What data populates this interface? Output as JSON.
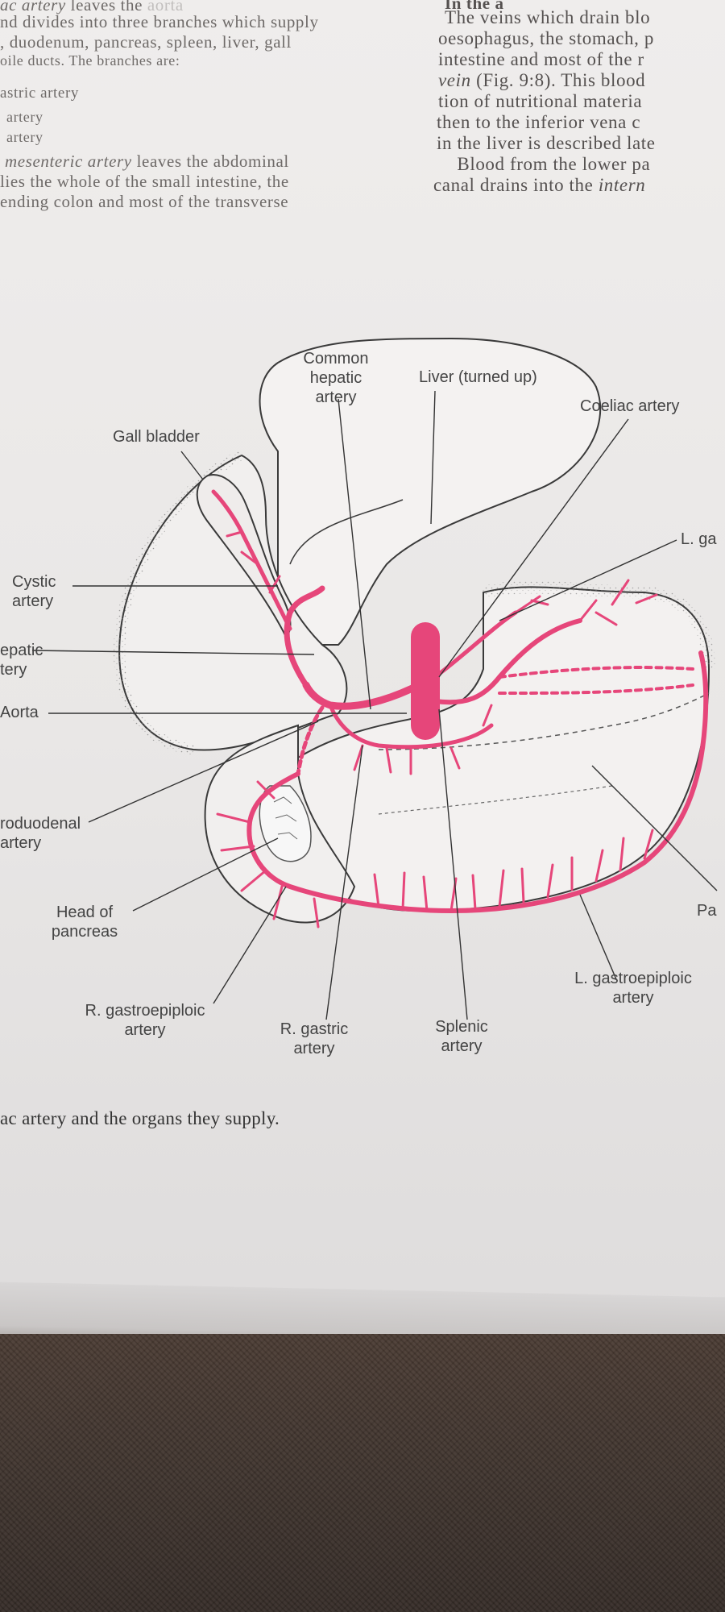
{
  "left_column": {
    "lines": [
      {
        "parts": [
          {
            "text": "ac artery",
            "italic": true
          },
          {
            "text": " leaves the ",
            "italic": false
          },
          {
            "text": "aorta",
            "italic": false
          }
        ]
      },
      {
        "parts": [
          {
            "text": "nd divides into three branches which supply",
            "italic": false
          }
        ]
      },
      {
        "parts": [
          {
            "text": ", duodenum, pancreas, spleen, liver, gall",
            "italic": false
          }
        ]
      },
      {
        "parts": [
          {
            "text": "oile ducts. The branches are:",
            "italic": false
          }
        ]
      },
      {
        "parts": [
          {
            "text": "astric artery",
            "italic": false
          }
        ]
      },
      {
        "parts": [
          {
            "text": "artery",
            "italic": false
          }
        ]
      },
      {
        "parts": [
          {
            "text": "artery",
            "italic": false
          }
        ]
      },
      {
        "parts": [
          {
            "text": " ",
            "italic": false
          }
        ]
      },
      {
        "parts": [
          {
            "text": "mesenteric artery",
            "italic": true
          },
          {
            "text": " leaves the abdominal",
            "italic": false
          }
        ]
      },
      {
        "parts": [
          {
            "text": "lies the whole of the small intestine, the",
            "italic": false
          }
        ]
      },
      {
        "parts": [
          {
            "text": "ending colon and most of the transverse",
            "italic": false
          }
        ]
      }
    ]
  },
  "right_column": {
    "lines": [
      {
        "parts": [
          {
            "text": "In the a",
            "italic": false,
            "bold": true
          }
        ]
      },
      {
        "parts": [
          {
            "text": "The veins which drain blo",
            "italic": false
          }
        ]
      },
      {
        "parts": [
          {
            "text": "oesophagus, the stomach, p",
            "italic": false
          }
        ]
      },
      {
        "parts": [
          {
            "text": "intestine and most of the r",
            "italic": false
          }
        ]
      },
      {
        "parts": [
          {
            "text": "vein",
            "italic": true
          },
          {
            "text": " (Fig. 9:8). This blood",
            "italic": false
          }
        ]
      },
      {
        "parts": [
          {
            "text": "tion of nutritional materia",
            "italic": false
          }
        ]
      },
      {
        "parts": [
          {
            "text": "then to the inferior vena c",
            "italic": false
          }
        ]
      },
      {
        "parts": [
          {
            "text": "in the liver is described late",
            "italic": false
          }
        ]
      },
      {
        "parts": [
          {
            "text": "    Blood from the lower pa",
            "italic": false
          }
        ]
      },
      {
        "parts": [
          {
            "text": "canal drains into the ",
            "italic": false
          },
          {
            "text": "intern",
            "italic": true
          }
        ]
      }
    ]
  },
  "figure": {
    "labels": {
      "common_hepatic": [
        "Common",
        "hepatic",
        "artery"
      ],
      "liver": "Liver (turned up)",
      "coeliac": "Coeliac artery",
      "gall_bladder": "Gall bladder",
      "l_gastric": "L. ga",
      "cystic": [
        "Cystic",
        "artery"
      ],
      "hepatic": [
        "epatic",
        "tery"
      ],
      "aorta": "Aorta",
      "gastroduodenal": [
        "roduodenal",
        "artery"
      ],
      "head_pancreas": [
        "Head of",
        "pancreas"
      ],
      "pancreas_tail": "Pa",
      "l_gastroepiploic": [
        "L. gastroepiploic",
        "artery"
      ],
      "r_gastroepiploic": [
        "R. gastroepiploic",
        "artery"
      ],
      "r_gastric": [
        "R. gastric",
        "artery"
      ],
      "splenic": [
        "Splenic",
        "artery"
      ]
    },
    "colors": {
      "artery": "#e6467a",
      "outline": "#3a3a3a",
      "stipple": "#6b6b6b"
    }
  },
  "caption": "ac artery and the organs they supply."
}
